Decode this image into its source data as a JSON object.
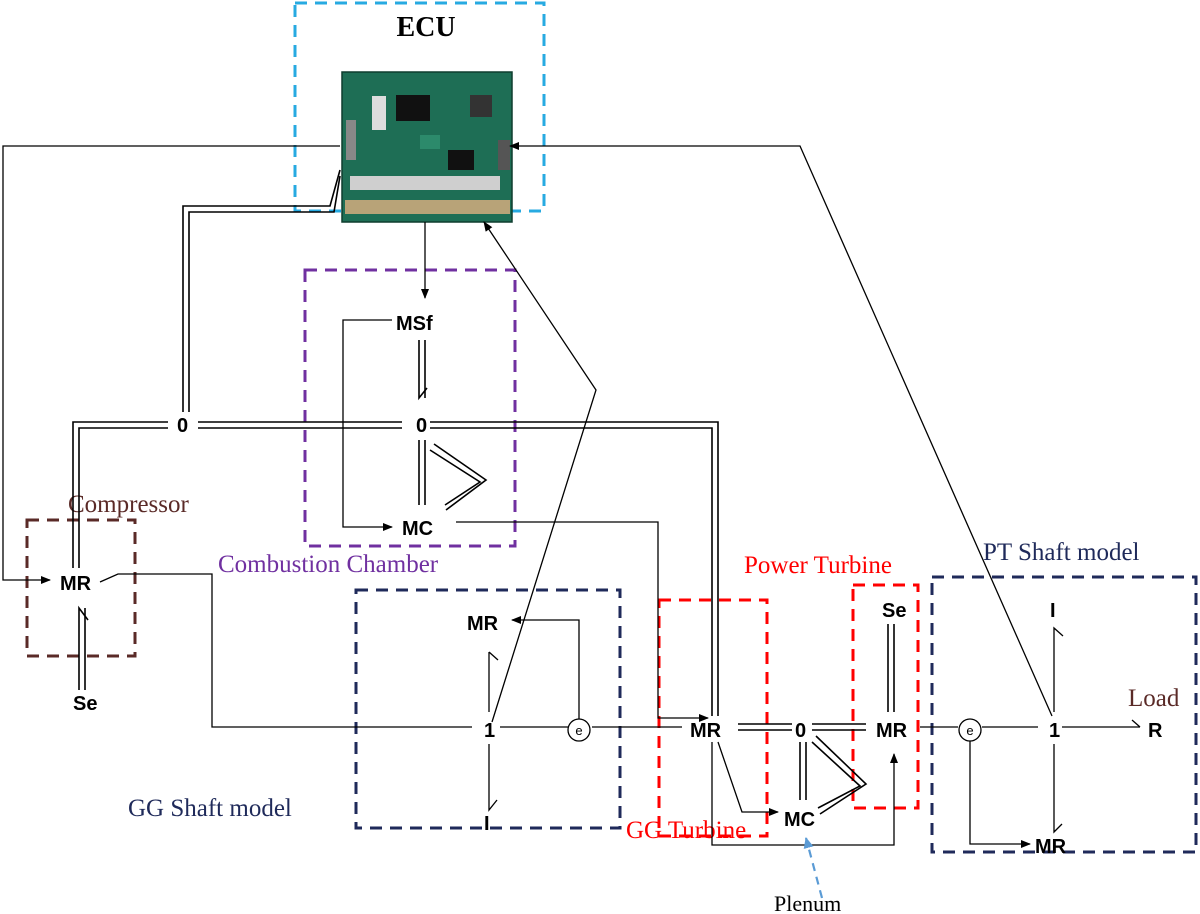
{
  "ecu": {
    "title": "ECU"
  },
  "regions": {
    "compressor": "Compressor",
    "combustion": "Combustion Chamber",
    "power_turbine": "Power Turbine",
    "pt_shaft": "PT Shaft model",
    "gg_shaft": "GG Shaft model",
    "gg_turbine": "GG Turbine",
    "load": "Load",
    "plenum": "Plenum"
  },
  "nodes": {
    "compressor_mr": "MR",
    "compressor_se": "Se",
    "junction0_top": "0",
    "cc_msf": "MSf",
    "cc_zero": "0",
    "cc_mc": "MC",
    "gg_mr_top": "MR",
    "gg_one": "1",
    "gg_i": "I",
    "gg_e": "e",
    "ggt_mr": "MR",
    "plenum_zero": "0",
    "plenum_mc": "MC",
    "pt_se": "Se",
    "pt_mr": "MR",
    "pts_e": "e",
    "pts_one": "1",
    "pts_i": "I",
    "pts_mr": "MR",
    "load_r": "R"
  },
  "colors": {
    "compressor": "#5a2a27",
    "combustion": "#7030a0",
    "turbine": "#ff0000",
    "shaft": "#1f2a5a",
    "ecu_box": "#27aae1",
    "plenum_arrow": "#5b9bd5",
    "board": "#1e6e55"
  }
}
